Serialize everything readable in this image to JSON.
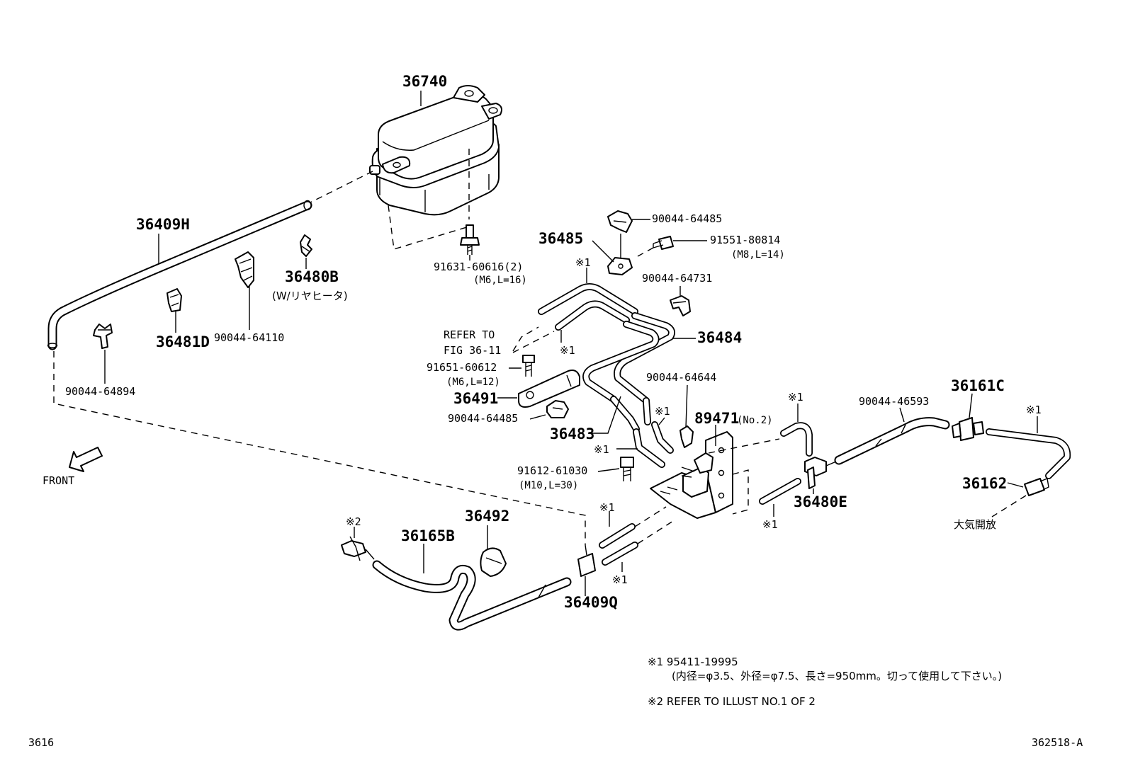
{
  "parts": {
    "p36740": "36740",
    "p36409H": "36409H",
    "p36480B": "36480B",
    "p36480B_note": "(W/リヤヒータ)",
    "p36481D": "36481D",
    "p90044_64110": "90044-64110",
    "p90044_64894": "90044-64894",
    "p91631_60616": "91631-60616(2)",
    "p91631_60616_spec": "(M6,L=16)",
    "p90044_64485_top": "90044-64485",
    "p91551_80814": "91551-80814",
    "p91551_80814_spec": "(M8,L=14)",
    "p36485": "36485",
    "p90044_64731": "90044-64731",
    "p36484": "36484",
    "refer_line1": "REFER TO",
    "refer_line2": "FIG 36-11",
    "p91651_60612": "91651-60612",
    "p91651_60612_spec": "(M6,L=12)",
    "p36491": "36491",
    "p90044_64485_mid": "90044-64485",
    "p36483": "36483",
    "p90044_64644": "90044-64644",
    "p89471": "89471",
    "p89471_note": "(No.2)",
    "p91612_61030": "91612-61030",
    "p91612_61030_spec": "(M10,L=30)",
    "p90044_46593": "90044-46593",
    "p36161C": "36161C",
    "p36162": "36162",
    "atmos": "大気開放",
    "p36480E": "36480E",
    "p36492": "36492",
    "p36165B": "36165B",
    "p36409Q": "36409Q",
    "front": "FRONT"
  },
  "marks": {
    "m1": "※1",
    "m2": "※2"
  },
  "notes": {
    "note1_code": "※1 95411-19995",
    "note1_detail": "(内径=φ3.5、外径=φ7.5、長さ=950mm。切って使用して下さい。)",
    "note2": "※2 REFER TO ILLUST NO.1 OF 2"
  },
  "footer": {
    "page_code": "3616",
    "figure_id": "362518-A"
  }
}
